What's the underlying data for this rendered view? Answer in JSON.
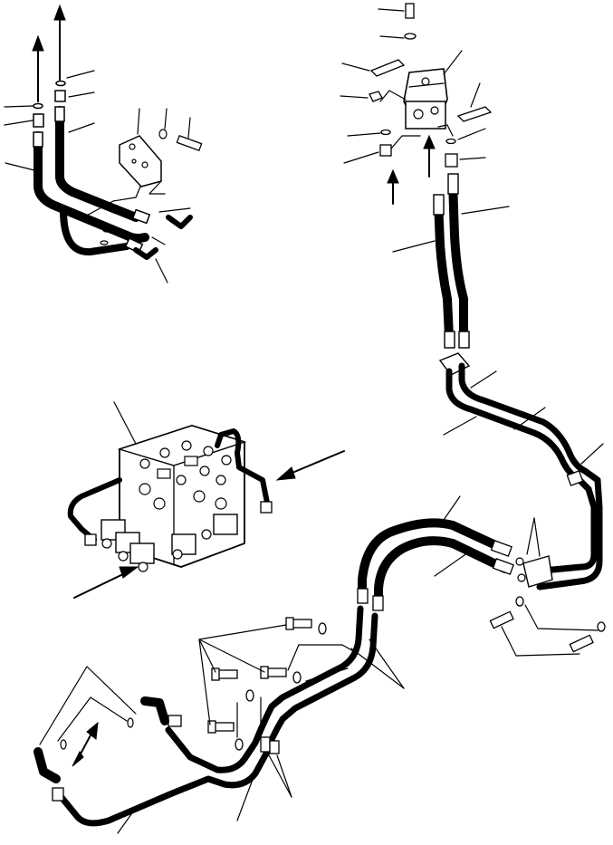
{
  "diagram": {
    "ink_color": "#000000",
    "background_color": "#ffffff",
    "groups": [
      "valve-fittings-group",
      "mounting-block-group",
      "steering-pump-group",
      "hose-run-group",
      "control-valve-group",
      "mounting-hardware-group",
      "lower-tube-group"
    ]
  }
}
